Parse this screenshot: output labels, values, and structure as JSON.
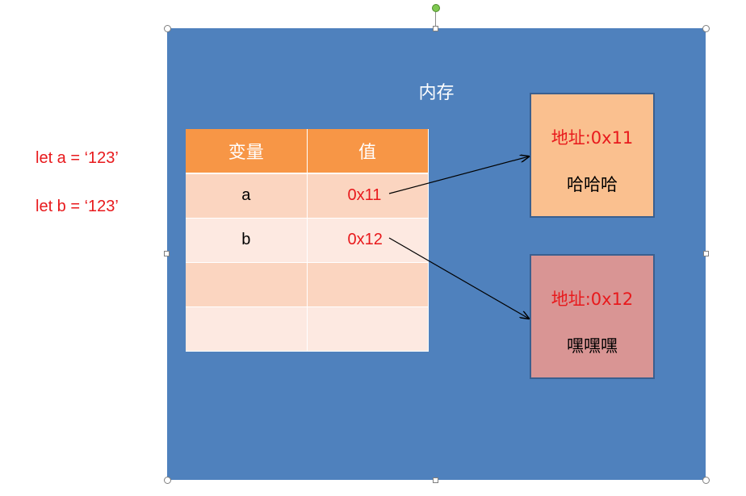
{
  "code": [
    "let a = ‘123’",
    "let b = ‘123’"
  ],
  "memory": {
    "title": "内存"
  },
  "table": {
    "headers": [
      "变量",
      "值"
    ],
    "rows": [
      {
        "name": "a",
        "addr": "0x11"
      },
      {
        "name": "b",
        "addr": "0x12"
      },
      {
        "name": "",
        "addr": ""
      },
      {
        "name": "",
        "addr": ""
      }
    ]
  },
  "boxes": [
    {
      "addr": "地址:0x11",
      "value": "哈哈哈",
      "color": "#fac08f"
    },
    {
      "addr": "地址:0x12",
      "value": "嘿嘿嘿",
      "color": "#d99594"
    }
  ],
  "colors": {
    "memory_bg": "#4f81bd",
    "header_bg": "#f79646",
    "accent_red": "#e8191c"
  }
}
